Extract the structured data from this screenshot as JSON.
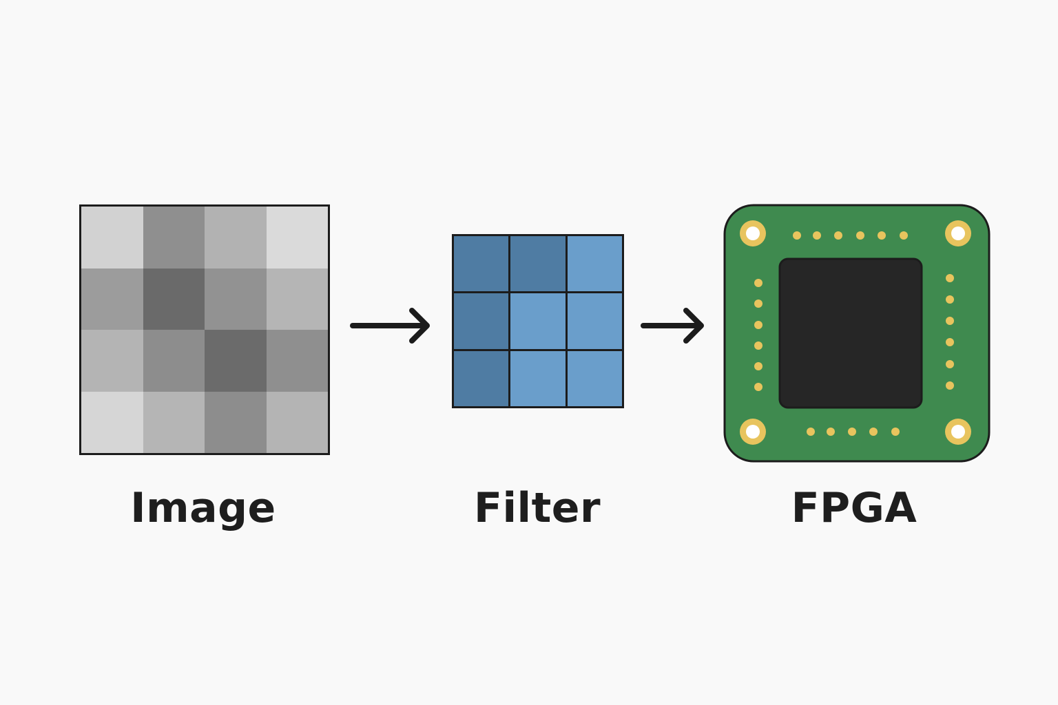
{
  "labels": {
    "image": "Image",
    "filter": "Filter",
    "fpga": "FPGA"
  },
  "image_pixels": [
    [
      "#d2d2d2",
      "#8f8f8f",
      "#b2b2b2",
      "#dadada"
    ],
    [
      "#9c9c9c",
      "#6a6a6a",
      "#929292",
      "#b5b5b5"
    ],
    [
      "#b4b4b4",
      "#8d8d8d",
      "#6b6b6b",
      "#8f8f8f"
    ],
    [
      "#d6d6d6",
      "#b5b5b5",
      "#8d8d8d",
      "#b4b4b4"
    ]
  ],
  "filter_cells": [
    [
      "#4f7ca3",
      "#4f7ca3",
      "#6a9ecb"
    ],
    [
      "#4f7ca3",
      "#6a9ecb",
      "#6a9ecb"
    ],
    [
      "#4f7ca3",
      "#6a9ecb",
      "#6a9ecb"
    ]
  ],
  "colors": {
    "outline": "#1c1c1c",
    "board_green": "#3f8a4f",
    "chip": "#262626",
    "pad_gold": "#e8c45e",
    "background": "#f9f9f9"
  },
  "icons": {
    "arrow_1": "arrow-right-icon",
    "arrow_2": "arrow-right-icon",
    "fpga": "fpga-chip-icon"
  }
}
